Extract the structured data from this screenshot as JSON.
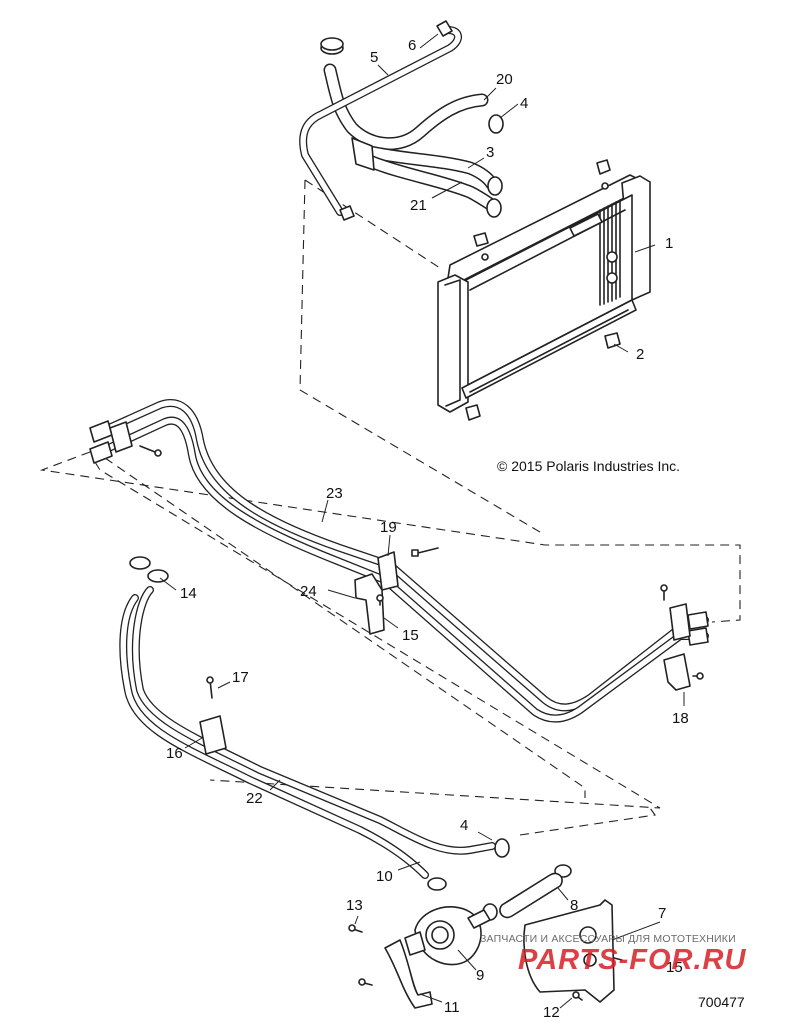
{
  "copyright": "© 2015 Polaris Industries Inc.",
  "document_number": "700477",
  "watermark": {
    "tagline": "ЗАПЧАСТИ И АКСЕССУАРЫ ДЛЯ МОТОТЕХНИКИ",
    "logo": "PARTS-FOR.RU",
    "color": "#d61e24"
  },
  "callouts": {
    "c1": "1",
    "c2": "2",
    "c3": "3",
    "c4a": "4",
    "c4b": "4",
    "c5": "5",
    "c6": "6",
    "c7": "7",
    "c8": "8",
    "c9": "9",
    "c10": "10",
    "c11": "11",
    "c12": "12",
    "c13": "13",
    "c14": "14",
    "c15a": "15",
    "c15b": "15",
    "c16": "16",
    "c17": "17",
    "c18": "18",
    "c19": "19",
    "c20": "20",
    "c21": "21",
    "c22": "22",
    "c23": "23",
    "c24": "24"
  }
}
